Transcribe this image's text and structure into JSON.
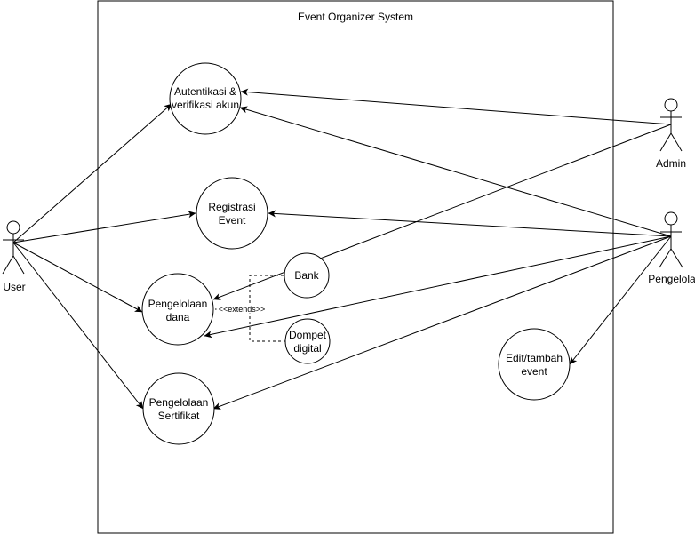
{
  "system": {
    "title": "Event Organizer System"
  },
  "actors": {
    "user": {
      "label": "User"
    },
    "admin": {
      "label": "Admin"
    },
    "pengelola": {
      "label": "Pengelola"
    }
  },
  "usecases": {
    "auth": {
      "line1": "Autentikasi &",
      "line2": "verifikasi akun"
    },
    "registrasi": {
      "line1": "Registrasi",
      "line2": "Event"
    },
    "dana": {
      "line1": "Pengelolaan",
      "line2": "dana"
    },
    "sertifikat": {
      "line1": "Pengelolaan",
      "line2": "Sertifikat"
    },
    "bank": {
      "line1": "Bank"
    },
    "dompet": {
      "line1": "Dompet",
      "line2": "digital"
    },
    "edit": {
      "line1": "Edit/tambah",
      "line2": "event"
    }
  },
  "extends_label": "<<extends>>",
  "colors": {
    "stroke": "#000000",
    "background": "#ffffff"
  }
}
